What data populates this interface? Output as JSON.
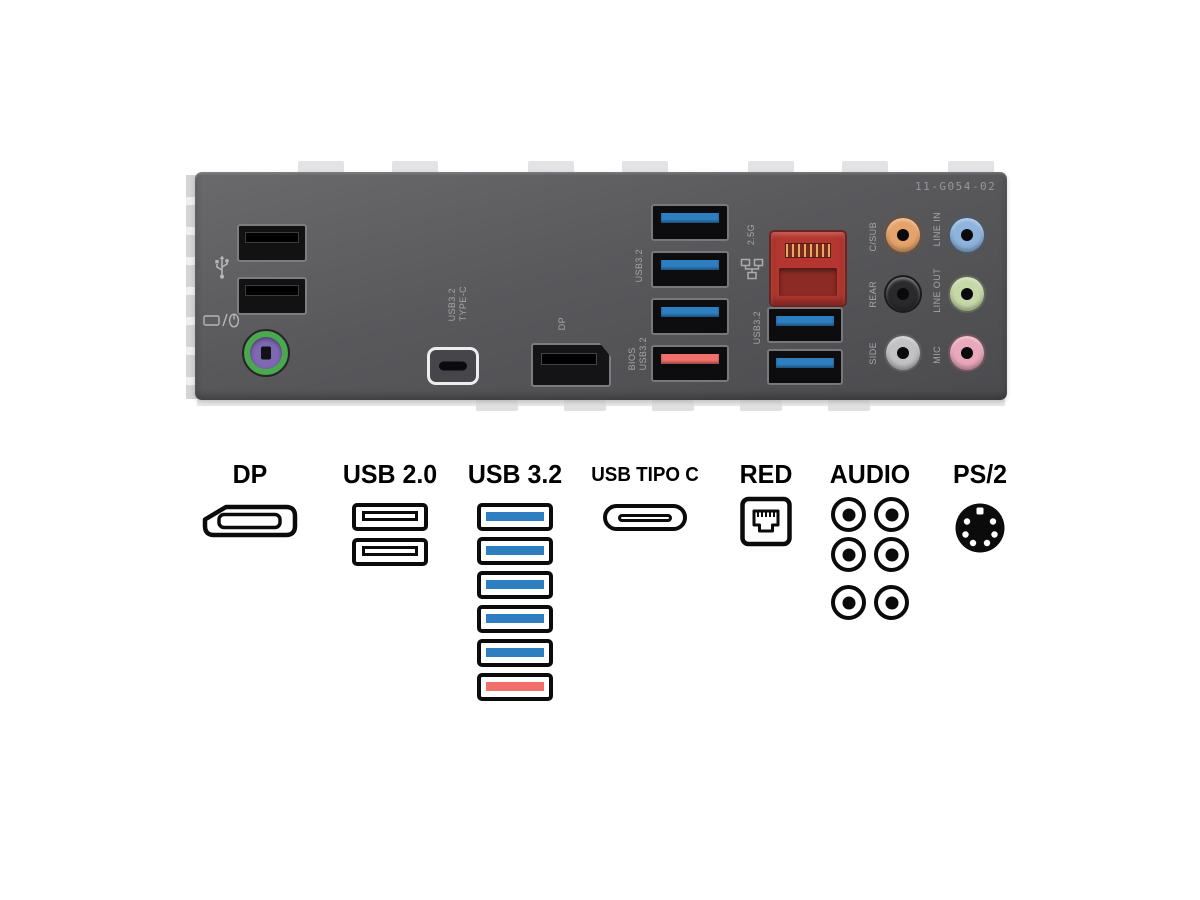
{
  "panel": {
    "part_number": "11-G054-02",
    "labels": {
      "typec": "USB3.2\nTYPE-C",
      "dp": "DP",
      "usb32": "USB3.2",
      "bios": "BIOS\nUSB3.2",
      "lan_speed": "2.5G",
      "audio": [
        "C/SUB",
        "LINE IN",
        "REAR",
        "LINE OUT",
        "SIDE",
        "MIC"
      ]
    }
  },
  "legend": {
    "items": [
      {
        "id": "dp",
        "label": "DP"
      },
      {
        "id": "usb20",
        "label": "USB 2.0"
      },
      {
        "id": "usb32",
        "label": "USB 3.2"
      },
      {
        "id": "usbc",
        "label": "USB TIPO C"
      },
      {
        "id": "lan",
        "label": "RED"
      },
      {
        "id": "audio",
        "label": "AUDIO"
      },
      {
        "id": "ps2",
        "label": "PS/2"
      }
    ]
  },
  "colors": {
    "usb3_blue": "#2e7fc1",
    "bios_red": "#f1706b",
    "lan_red": "#b5362f",
    "audio_csub": "#e5a36b",
    "audio_line_in": "#8fb4dc",
    "audio_rear": "#2a2a2c",
    "audio_line_out": "#c6d8a8",
    "audio_side": "#c2c2c4",
    "audio_mic": "#eaa8bc",
    "ps2_green": "#4aa84e",
    "ps2_purple": "#7e68b2"
  }
}
